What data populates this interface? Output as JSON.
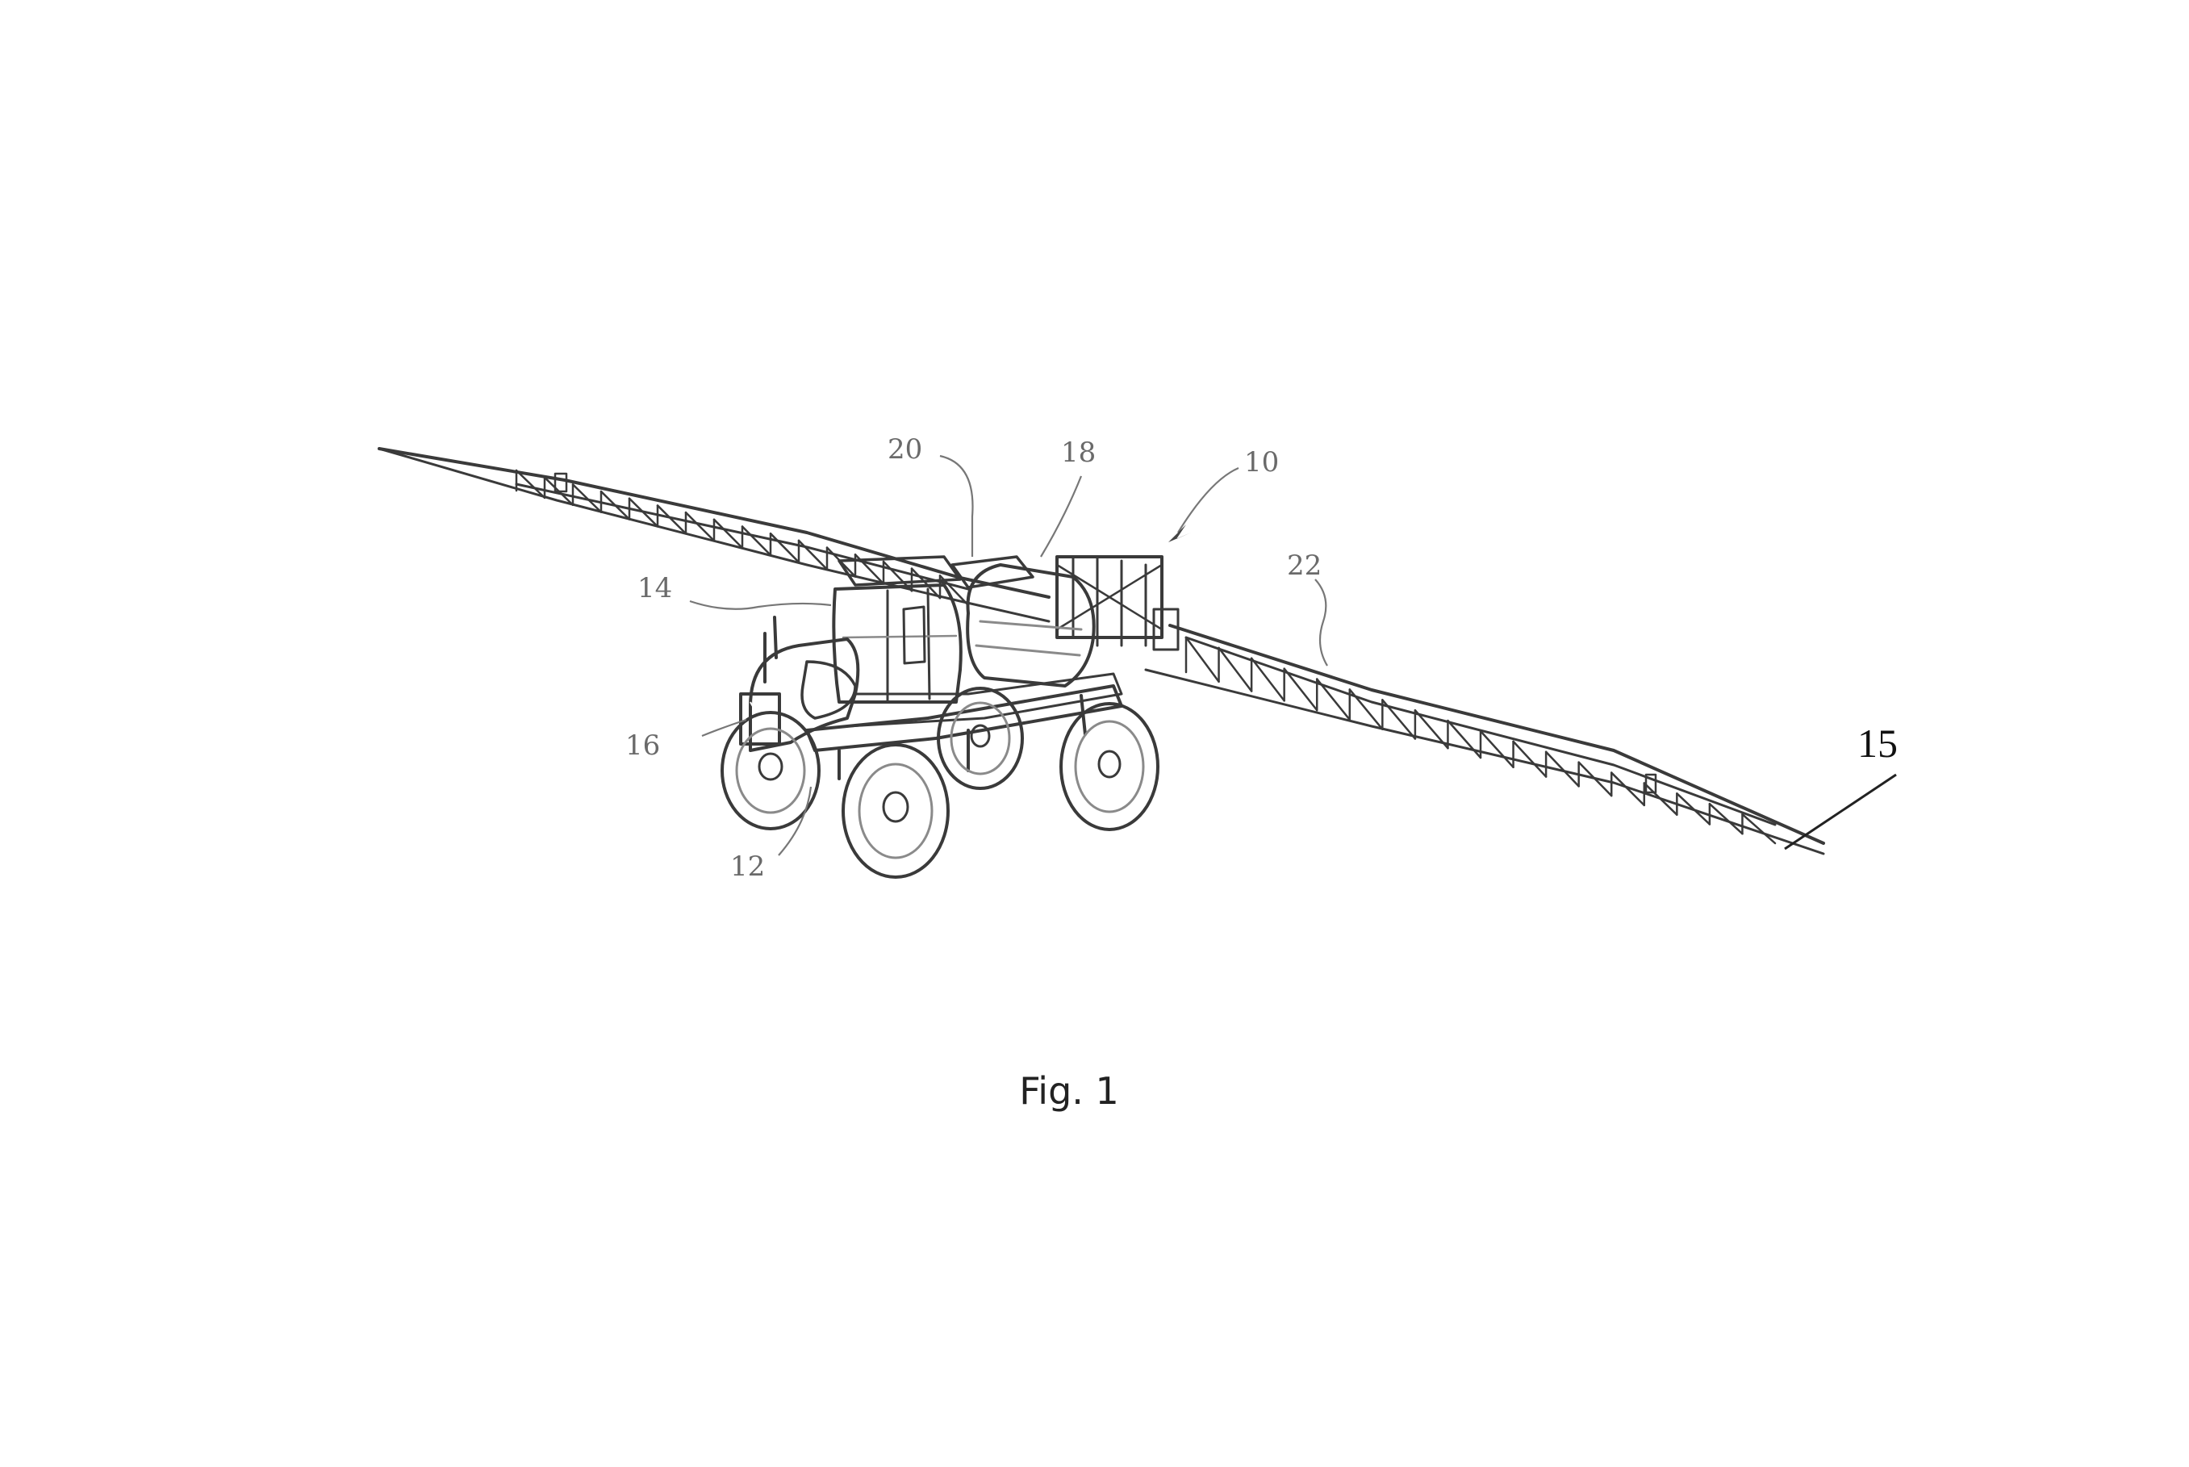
{
  "figure": {
    "caption": "Fig. 1",
    "reference_numerals": {
      "sprayer": "10",
      "wheels": "12",
      "cab": "14",
      "boom_tip": "15",
      "hood": "16",
      "tank_rear": "18",
      "tank": "20",
      "boom": "22"
    }
  }
}
